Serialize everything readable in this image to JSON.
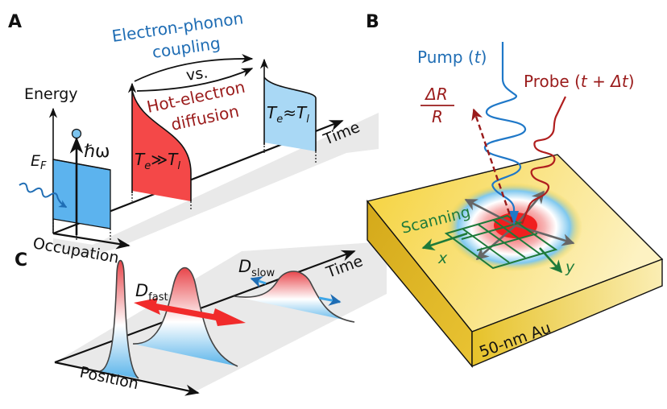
{
  "panels": {
    "A": {
      "label": "A",
      "energy_axis": "Energy",
      "occupation_axis": "Occupation",
      "time_axis": "Time",
      "fermi_symbol": "E",
      "fermi_sub": "F",
      "photon": "ℏω",
      "hot_state_T": "T",
      "hot_state_Te_sub": "e",
      "hot_state_relation": "≫",
      "hot_state_Tl_sub": "l",
      "eq_state_T": "T",
      "eq_state_Te_sub": "e",
      "eq_state_relation": "≈",
      "eq_state_Tl_sub": "l",
      "coupling_line1": "Electron-phonon",
      "coupling_line2": "coupling",
      "vs": "vs.",
      "diffusion_line1": "Hot-electron",
      "diffusion_line2": "diffusion"
    },
    "B": {
      "label": "B",
      "pump": "Pump (",
      "pump_t": "t",
      "pump_close": ")",
      "probe": "Probe (",
      "probe_t": "t + Δt",
      "probe_close": ")",
      "signal_num": "ΔR",
      "signal_den": "R",
      "scanning": "Scanning",
      "x_axis": "x",
      "y_axis": "y",
      "sample": "50-nm Au"
    },
    "C": {
      "label": "C",
      "position_axis": "Position",
      "time_axis": "Time",
      "d_fast": "D",
      "d_fast_sub": "fast",
      "d_slow": "D",
      "d_slow_sub": "slow"
    }
  },
  "colors": {
    "blue_text": "#1f6db4",
    "red_text": "#9a1b1b",
    "green": "#1e7a3a",
    "hot_fill": "#f44848",
    "cold_fill": "#a9d8f5",
    "gold": "#f3d23f",
    "shadow": "#e8e8e8"
  }
}
